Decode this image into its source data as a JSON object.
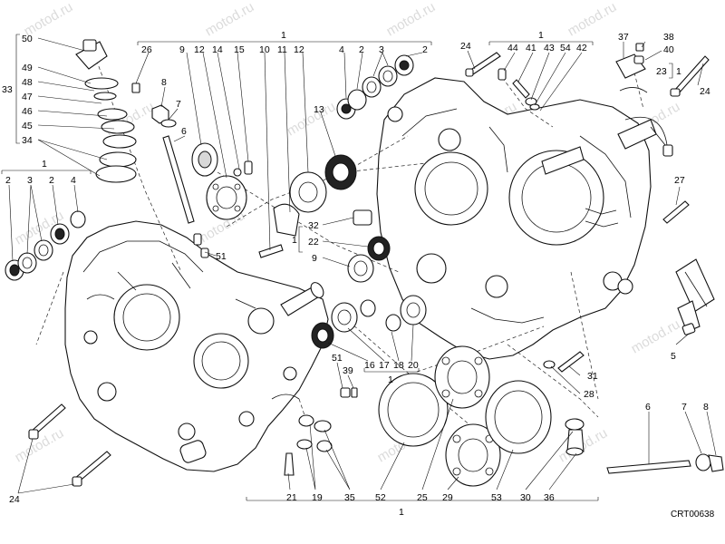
{
  "drawing_code": "CRT00638",
  "watermark": "motod.ru",
  "group_labels": {
    "top_main": "1",
    "top_right": "1",
    "left_upper": "1",
    "left_stack": "33",
    "mid_bracket": "1",
    "center_bracket": "1",
    "right_pair": "1",
    "bottom_main": "1"
  },
  "callouts": [
    {
      "id": "c50",
      "text": "50"
    },
    {
      "id": "c49",
      "text": "49"
    },
    {
      "id": "c48",
      "text": "48"
    },
    {
      "id": "c47",
      "text": "47"
    },
    {
      "id": "c46",
      "text": "46"
    },
    {
      "id": "c45",
      "text": "45"
    },
    {
      "id": "c34",
      "text": "34"
    },
    {
      "id": "c2a",
      "text": "2"
    },
    {
      "id": "c3a",
      "text": "3"
    },
    {
      "id": "c2b",
      "text": "2"
    },
    {
      "id": "c4a",
      "text": "4"
    },
    {
      "id": "c26",
      "text": "26"
    },
    {
      "id": "c8a",
      "text": "8"
    },
    {
      "id": "c7a",
      "text": "7"
    },
    {
      "id": "c6a",
      "text": "6"
    },
    {
      "id": "c9a",
      "text": "9"
    },
    {
      "id": "c12a",
      "text": "12"
    },
    {
      "id": "c14",
      "text": "14"
    },
    {
      "id": "c15",
      "text": "15"
    },
    {
      "id": "c10",
      "text": "10"
    },
    {
      "id": "c11",
      "text": "11"
    },
    {
      "id": "c12b",
      "text": "12"
    },
    {
      "id": "c4b",
      "text": "4"
    },
    {
      "id": "c2c",
      "text": "2"
    },
    {
      "id": "c3b",
      "text": "3"
    },
    {
      "id": "c2d",
      "text": "2"
    },
    {
      "id": "c13",
      "text": "13"
    },
    {
      "id": "c32",
      "text": "32"
    },
    {
      "id": "c22",
      "text": "22"
    },
    {
      "id": "c9b",
      "text": "9"
    },
    {
      "id": "c51a",
      "text": "51"
    },
    {
      "id": "c16",
      "text": "16"
    },
    {
      "id": "c17",
      "text": "17"
    },
    {
      "id": "c18",
      "text": "18"
    },
    {
      "id": "c20",
      "text": "20"
    },
    {
      "id": "c51b",
      "text": "51"
    },
    {
      "id": "c39",
      "text": "39"
    },
    {
      "id": "c24a",
      "text": "24"
    },
    {
      "id": "c44",
      "text": "44"
    },
    {
      "id": "c41",
      "text": "41"
    },
    {
      "id": "c43",
      "text": "43"
    },
    {
      "id": "c54",
      "text": "54"
    },
    {
      "id": "c42",
      "text": "42"
    },
    {
      "id": "c37",
      "text": "37"
    },
    {
      "id": "c38",
      "text": "38"
    },
    {
      "id": "c40",
      "text": "40"
    },
    {
      "id": "c23",
      "text": "23"
    },
    {
      "id": "c24b",
      "text": "24"
    },
    {
      "id": "c27",
      "text": "27"
    },
    {
      "id": "c5",
      "text": "5"
    },
    {
      "id": "c31",
      "text": "31"
    },
    {
      "id": "c28",
      "text": "28"
    },
    {
      "id": "c6b",
      "text": "6"
    },
    {
      "id": "c7b",
      "text": "7"
    },
    {
      "id": "c8b",
      "text": "8"
    },
    {
      "id": "c24c",
      "text": "24"
    },
    {
      "id": "c21",
      "text": "21"
    },
    {
      "id": "c19",
      "text": "19"
    },
    {
      "id": "c35",
      "text": "35"
    },
    {
      "id": "c52",
      "text": "52"
    },
    {
      "id": "c25",
      "text": "25"
    },
    {
      "id": "c29",
      "text": "29"
    },
    {
      "id": "c53",
      "text": "53"
    },
    {
      "id": "c30",
      "text": "30"
    },
    {
      "id": "c36",
      "text": "36"
    }
  ]
}
